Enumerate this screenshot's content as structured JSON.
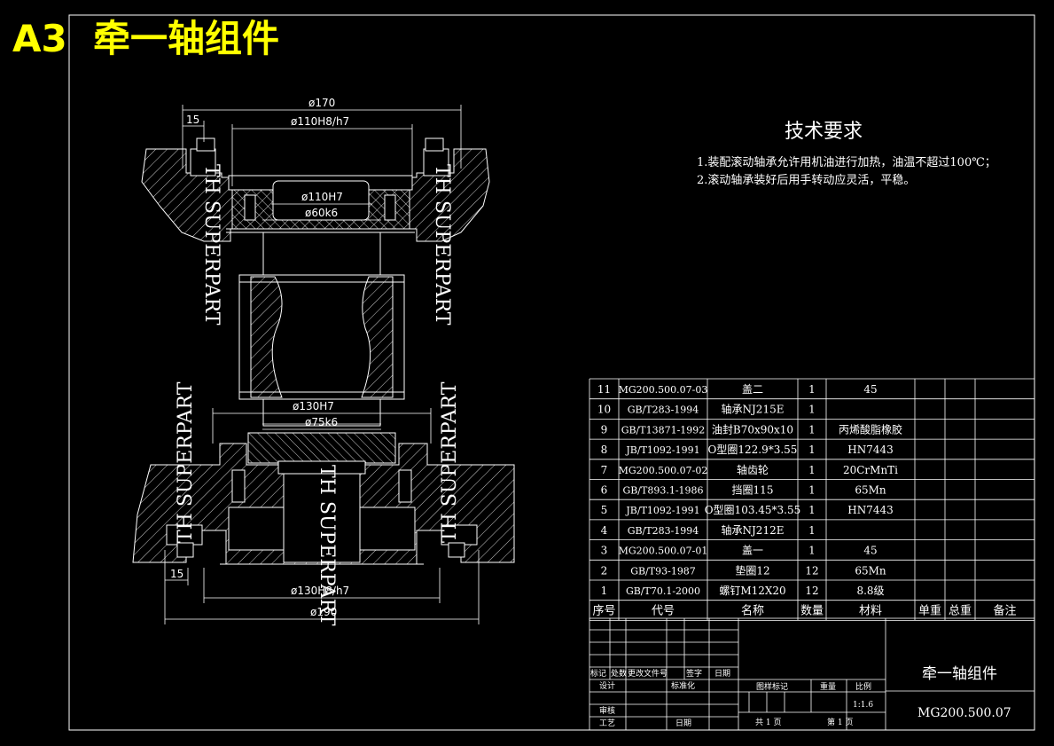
{
  "header": {
    "sheet_size": "A3",
    "title": "牵一轴组件"
  },
  "technical_requirements": {
    "title": "技术要求",
    "items": [
      "1.装配滚动轴承允许用机油进行加热，油温不超过100℃；",
      "2.滚动轴承装好后用手转动应灵活，平稳。"
    ]
  },
  "dimensions": {
    "top_outer": "ø170",
    "top_h8": "ø110H8/h7",
    "top_left_15": "15",
    "inner_h7": "ø110H7",
    "shaft_k6_top": "ø60k6",
    "mid_h7": "ø130H7",
    "shaft_k6_bottom": "ø75k6",
    "bottom_h8": "ø130H8/h7",
    "bottom_outer": "ø190",
    "bottom_left_15": "15"
  },
  "watermark": "TH SUPERPART",
  "bom": {
    "headers": [
      "序号",
      "代号",
      "名称",
      "数量",
      "材料",
      "单重",
      "总重",
      "备注"
    ],
    "rows": [
      {
        "no": "11",
        "code": "MG200.500.07-03",
        "name": "盖二",
        "qty": "1",
        "material": "45"
      },
      {
        "no": "10",
        "code": "GB/T283-1994",
        "name": "轴承NJ215E",
        "qty": "1",
        "material": ""
      },
      {
        "no": "9",
        "code": "GB/T13871-1992",
        "name": "油封B70x90x10",
        "qty": "1",
        "material": "丙烯酸脂橡胶"
      },
      {
        "no": "8",
        "code": "JB/T1092-1991",
        "name": "O型圈122.9*3.55",
        "qty": "1",
        "material": "HN7443"
      },
      {
        "no": "7",
        "code": "MG200.500.07-02",
        "name": "轴齿轮",
        "qty": "1",
        "material": "20CrMnTi"
      },
      {
        "no": "6",
        "code": "GB/T893.1-1986",
        "name": "挡圈115",
        "qty": "1",
        "material": "65Mn"
      },
      {
        "no": "5",
        "code": "JB/T1092-1991",
        "name": "O型圈103.45*3.55",
        "qty": "1",
        "material": "HN7443"
      },
      {
        "no": "4",
        "code": "GB/T283-1994",
        "name": "轴承NJ212E",
        "qty": "1",
        "material": ""
      },
      {
        "no": "3",
        "code": "MG200.500.07-01",
        "name": "盖一",
        "qty": "1",
        "material": "45"
      },
      {
        "no": "2",
        "code": "GB/T93-1987",
        "name": "垫圈12",
        "qty": "12",
        "material": "65Mn"
      },
      {
        "no": "1",
        "code": "GB/T70.1-2000",
        "name": "螺钉M12X20",
        "qty": "12",
        "material": "8.8级"
      }
    ]
  },
  "title_block": {
    "revision_labels": [
      "标记",
      "处数",
      "更改文件号",
      "签字",
      "日期"
    ],
    "design": "设计",
    "standardization": "标准化",
    "review": "审核",
    "process": "工艺",
    "date": "日期",
    "stage_mark": "图样标记",
    "weight": "重量",
    "scale_label": "比例",
    "scale": "1:1.6",
    "total_sheets": "共 1 页",
    "sheet_no": "第 1 页",
    "part_name": "牵一轴组件",
    "drawing_no": "MG200.500.07"
  }
}
